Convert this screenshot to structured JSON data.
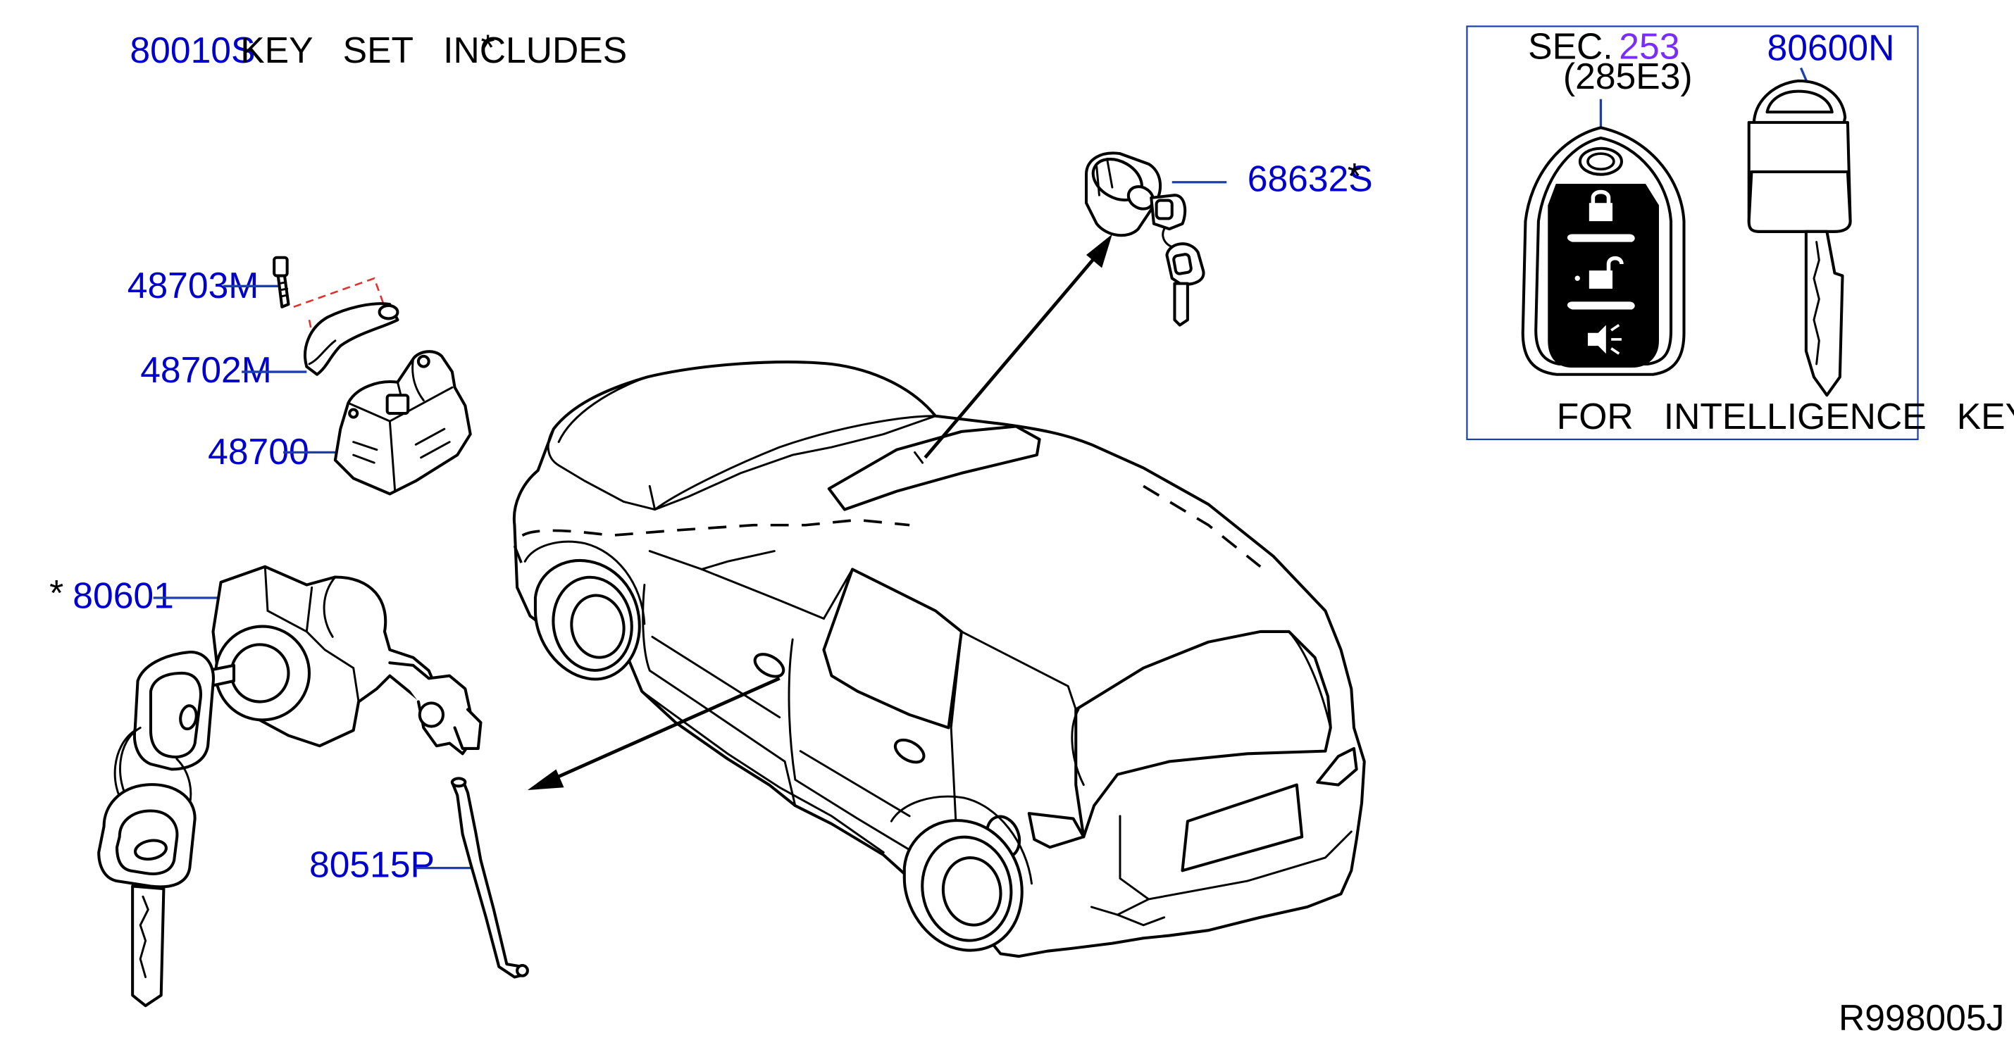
{
  "key_set_note": {
    "part_no": "80010S",
    "text": "KEY   SET   INCLUDES",
    "mark": "*"
  },
  "callouts": [
    {
      "id": "48703M",
      "label": "48703M",
      "mark": ""
    },
    {
      "id": "48702M",
      "label": "48702M",
      "mark": ""
    },
    {
      "id": "48700",
      "label": "48700",
      "mark": ""
    },
    {
      "id": "80601",
      "label": "80601",
      "mark": "*"
    },
    {
      "id": "80515P",
      "label": "80515P",
      "mark": ""
    },
    {
      "id": "68632S",
      "label": "68632S",
      "mark": "*"
    }
  ],
  "inset": {
    "sec_prefix": "SEC.",
    "sec_number": "253",
    "sec_sub": "(285E3)",
    "key_part": "80600N",
    "caption": "FOR   INTELLIGENCE   KEY"
  },
  "drawing_code": "R998005J",
  "colors": {
    "part_number": "#0000cc",
    "section_ref": "#7a2cff",
    "leader": "#1a3fb0",
    "hint_dash": "#e03030",
    "inset_border": "#1a3fb0"
  }
}
